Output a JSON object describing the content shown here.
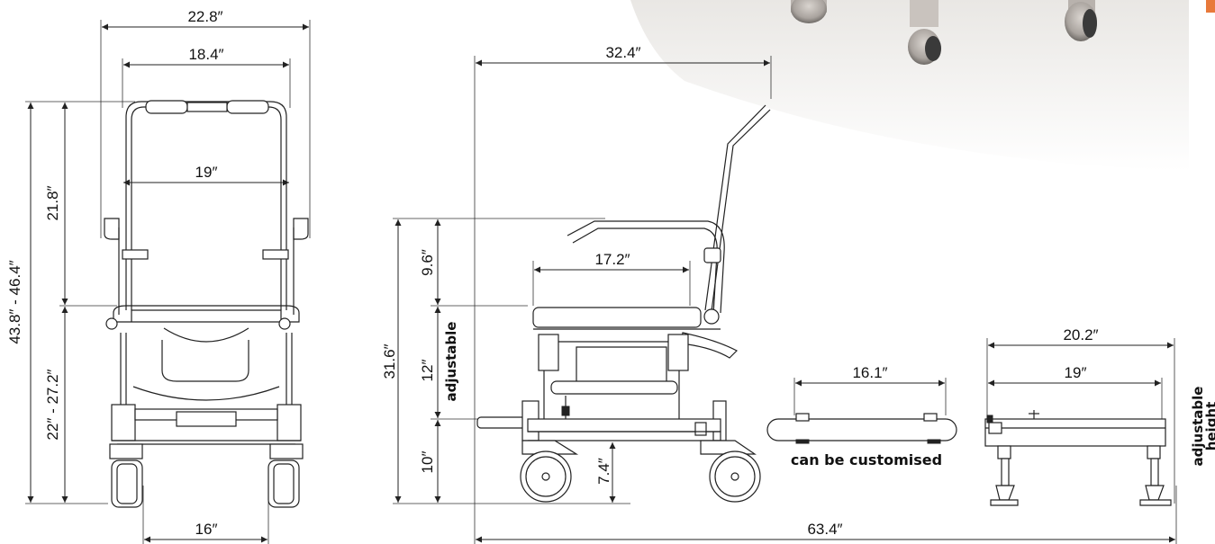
{
  "front_view": {
    "overall_width": "22.8″",
    "handle_width": "18.4″",
    "backrest_width": "19″",
    "backrest_height": "21.8″",
    "total_height": "43.8″ - 46.4″",
    "seat_height": "22″ - 27.2″",
    "wheelbase_width": "16″"
  },
  "side_view": {
    "overall_depth": "32.4″",
    "armrest_height": "9.6″",
    "seat_depth": "17.2″",
    "total_height": "31.6″",
    "adjustable_height_value": "12″",
    "adjustable_label": "adjustable",
    "base_height": "10″",
    "wheel_height": "7.4″",
    "overall_length": "63.4″"
  },
  "seat_top_view": {
    "width": "16.1″",
    "caption": "can be customised"
  },
  "base_view": {
    "overall_width": "20.2″",
    "inner_width": "19″",
    "adjustable_label": "adjustable",
    "height_label": "height"
  },
  "colors": {
    "line": "#222222",
    "accent_tab": "#e8793a"
  }
}
